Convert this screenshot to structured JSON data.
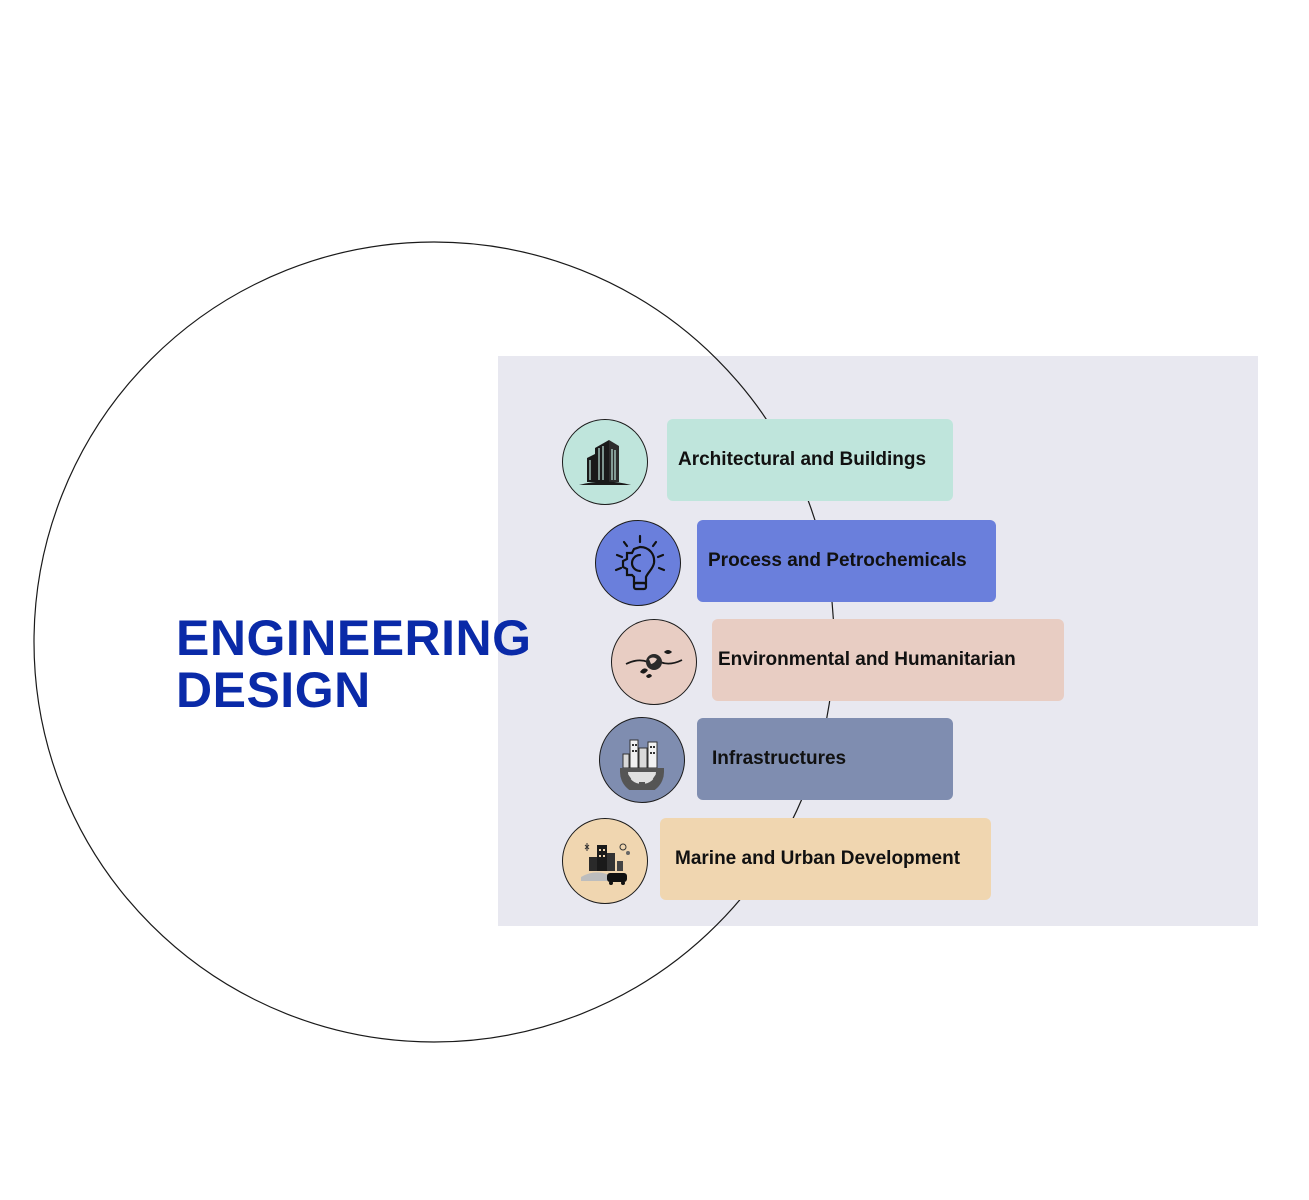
{
  "title": {
    "line1": "ENGINEERING",
    "line2": "DESIGN",
    "color": "#0a2aa8"
  },
  "panel": {
    "color": "#e8e8f0"
  },
  "items": [
    {
      "label": "Architectural and Buildings",
      "icon": "skyscraper-icon",
      "color": "#bfe5dc"
    },
    {
      "label": "Process and Petrochemicals",
      "icon": "gear-lightbulb-icon",
      "color": "#6a7fdc"
    },
    {
      "label": "Environmental and Humanitarian",
      "icon": "globe-leaves-icon",
      "color": "#e8cdc3"
    },
    {
      "label": "Infrastructures",
      "icon": "city-gear-icon",
      "color": "#7f8db0"
    },
    {
      "label": "Marine and Urban Development",
      "icon": "urban-scene-icon",
      "color": "#f0d6b0"
    }
  ]
}
